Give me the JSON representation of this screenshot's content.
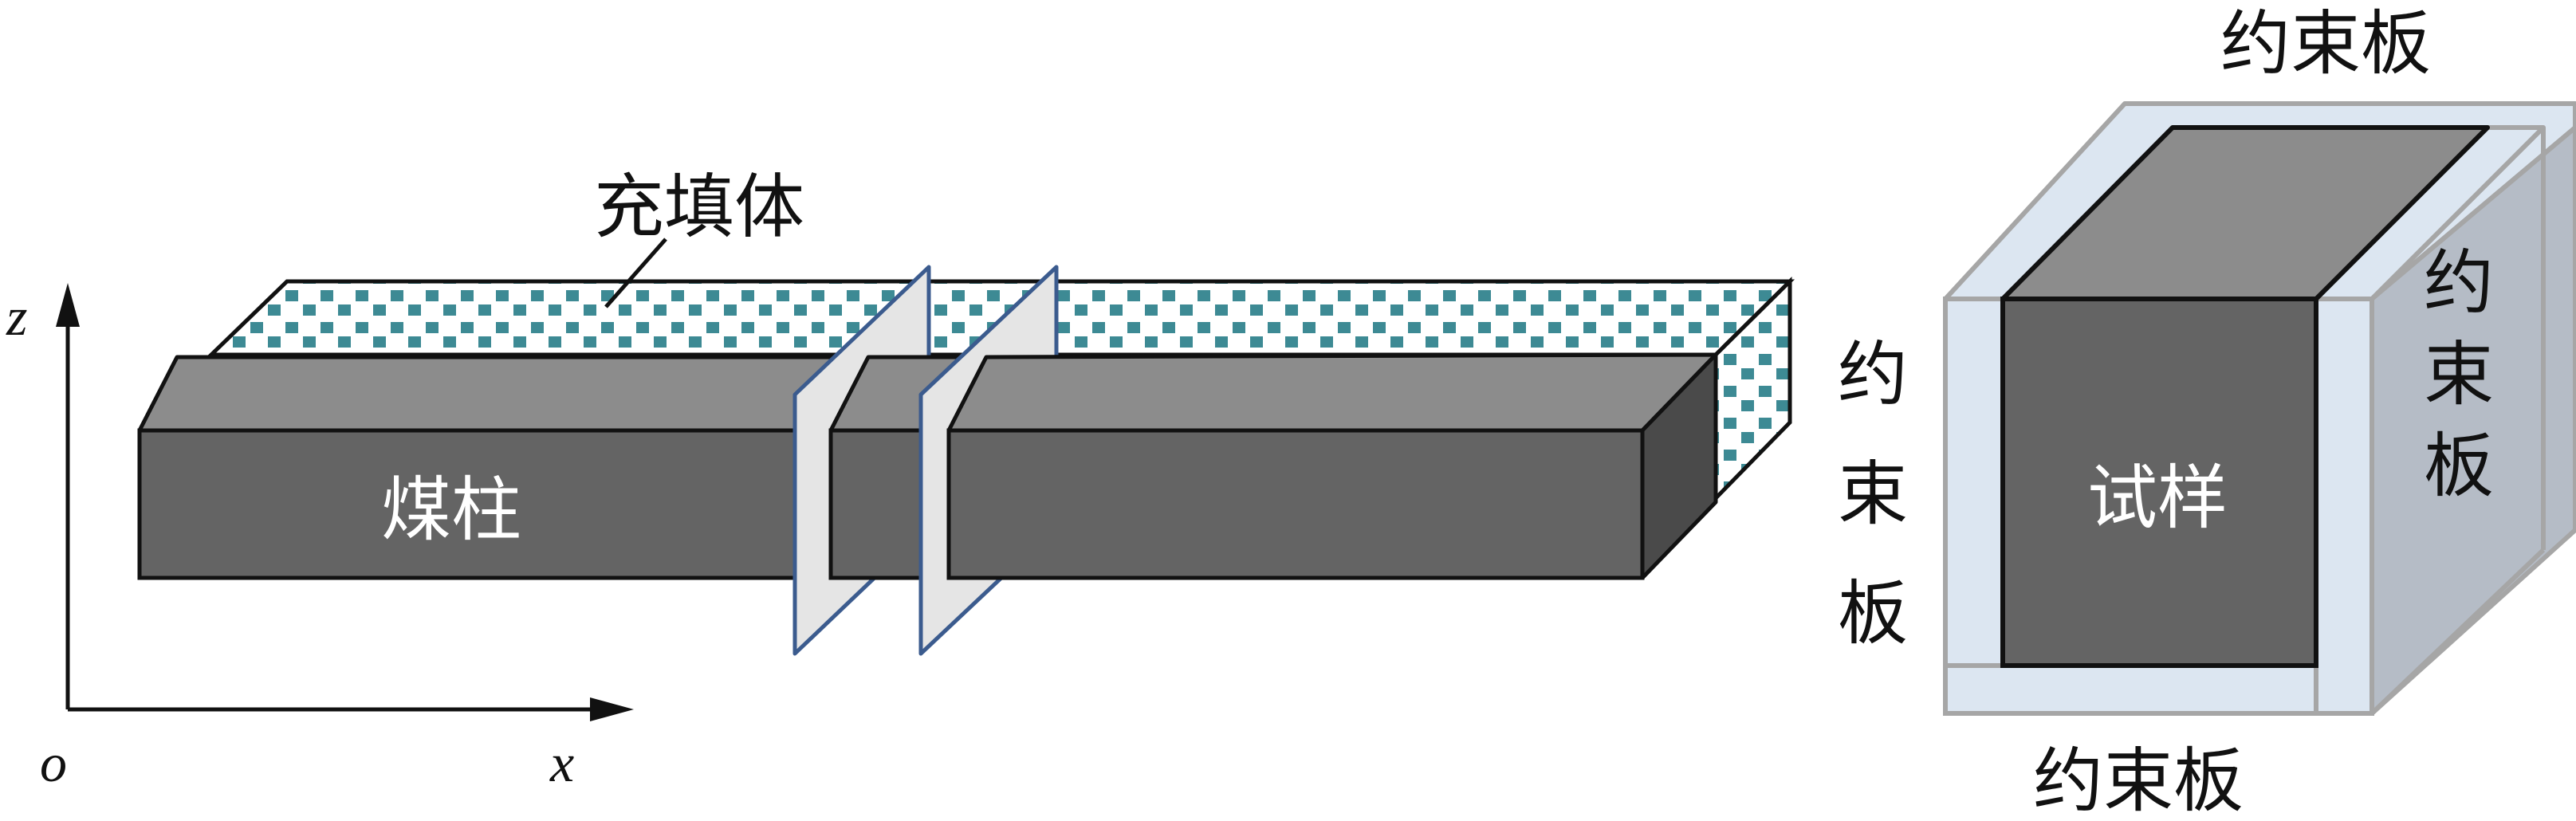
{
  "labels": {
    "filler": "充填体",
    "coal_pillar": "煤柱",
    "specimen": "试样",
    "plate_top": "约束板",
    "plate_bottom": "约束板",
    "plate_left": [
      "约",
      "束",
      "板"
    ],
    "plate_right": [
      "约",
      "束",
      "板"
    ]
  },
  "axes": {
    "z": "z",
    "x": "x",
    "origin": "o"
  },
  "colors": {
    "outline": "#111111",
    "coal_top": "#8c8c8c",
    "coal_front": "#646464",
    "coal_side": "#4a4a4a",
    "filler_dot": "#3d8a94",
    "cut_plane": "#e5e5e5",
    "cut_plane_edge": "#3b5b8e",
    "plate_face": "#dce6f1",
    "plate_edge": "#a6a6a6",
    "plate_side": "#b5bcc6"
  }
}
